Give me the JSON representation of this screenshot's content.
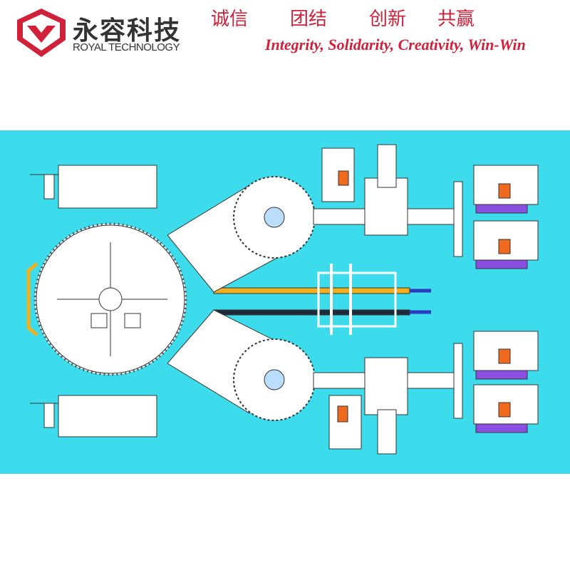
{
  "header": {
    "brand_cn": "永容科技",
    "brand_en": "ROYAL TECHNOLOGY",
    "slogan_cn": [
      "诚信",
      "团结",
      "创新",
      "共赢"
    ],
    "slogan_en": "Integrity, Solidarity, Creativity, Win-Win"
  },
  "colors": {
    "brand_red": "#d0203a",
    "diagram_bg": "#3ddcec",
    "motor_orange": "#f06a1e",
    "base_purple": "#8a4fe0",
    "pipe_yellow": "#f2b01e",
    "pipe_dark": "#1d2b3a"
  }
}
